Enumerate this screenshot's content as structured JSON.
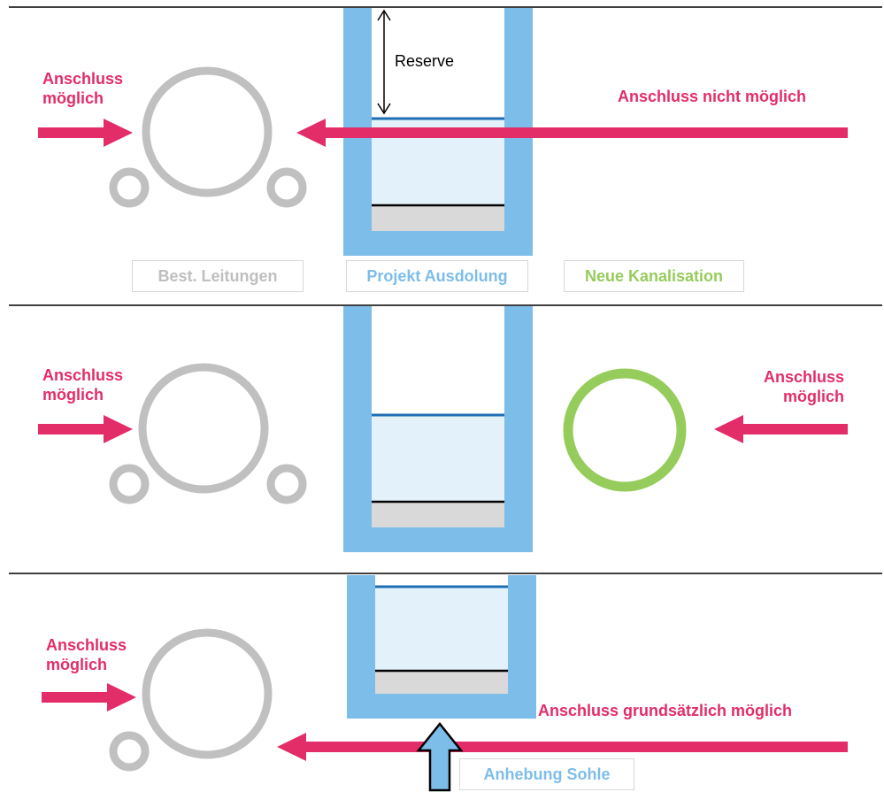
{
  "panel1": {
    "left_label": [
      "Anschluss",
      "möglich"
    ],
    "right_label": "Anschluss nicht möglich",
    "reserve_label": "Reserve"
  },
  "legend": {
    "existing": "Best. Leitungen",
    "project": "Projekt Ausdolung",
    "new": "Neue Kanalisation"
  },
  "panel2": {
    "left_label": [
      "Anschluss",
      "möglich"
    ],
    "right_label": [
      "Anschluss",
      "möglich"
    ]
  },
  "panel3": {
    "left_label": [
      "Anschluss",
      "möglich"
    ],
    "right_label": "Anschluss grundsätzlich möglich",
    "raise_label": "Anhebung Sohle"
  },
  "colors": {
    "pink": "#e32d68",
    "grey_pipe": "#c0c0c0",
    "channel_blue": "#7dbde9",
    "water_light": "#e3f1fa",
    "water_line": "#1e6eb4",
    "gravel": "#d9d9d9",
    "green_pipe": "#96cc5c",
    "legend_grey": "#bfbfbf",
    "legend_blue": "#7dbde9",
    "legend_green": "#96cc5c"
  },
  "icons": {
    "arrow": "right-arrow-icon",
    "double_arrow": "double-headed-arrow-icon",
    "up_arrow": "up-arrow-icon"
  }
}
